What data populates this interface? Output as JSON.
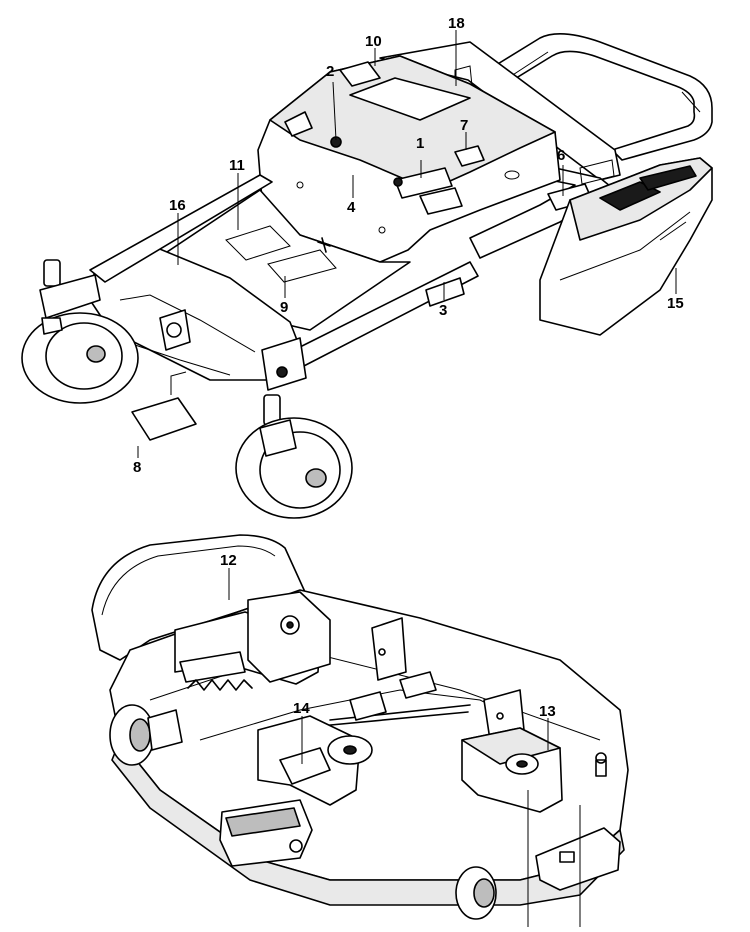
{
  "diagram": {
    "callouts": [
      {
        "id": "c1",
        "label": "1"
      },
      {
        "id": "c2",
        "label": "2"
      },
      {
        "id": "c3",
        "label": "3"
      },
      {
        "id": "c4",
        "label": "4"
      },
      {
        "id": "c6",
        "label": "6"
      },
      {
        "id": "c7",
        "label": "7"
      },
      {
        "id": "c8",
        "label": "8"
      },
      {
        "id": "c9",
        "label": "9"
      },
      {
        "id": "c10",
        "label": "10"
      },
      {
        "id": "c11",
        "label": "11"
      },
      {
        "id": "c12",
        "label": "12"
      },
      {
        "id": "c13",
        "label": "13"
      },
      {
        "id": "c14",
        "label": "14"
      },
      {
        "id": "c15",
        "label": "15"
      },
      {
        "id": "c16",
        "label": "16"
      },
      {
        "id": "c18",
        "label": "18"
      }
    ]
  }
}
